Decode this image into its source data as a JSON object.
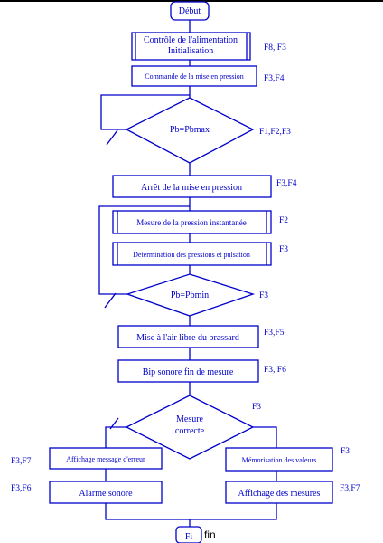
{
  "nodes": {
    "start": "Début",
    "init_line1": "Contrôle de l'alimentation",
    "init_line2": "Initialisation",
    "pressurize": "Commande de la mise en pression",
    "cond_max": "Pb=Pbmax",
    "stop_pressurize": "Arrêt de la mise en pression",
    "measure_pressure": "Mesure de la pression instantanée",
    "determine": "Détermination des pressions et pulsation",
    "cond_min": "Pb=Pbmin",
    "release": "Mise à l'air libre du brassard",
    "beep": "Bip sonore fin de mesure",
    "cond_ok_line1": "Mesure",
    "cond_ok_line2": "correcte",
    "error_display": "Affichage message d'erreur",
    "alarm": "Alarme sonore",
    "store_values": "Mémorisation des valeurs",
    "display_measures": "Affichage des mesures",
    "end_box": "Fi",
    "end_text": "fin"
  },
  "side_labels": {
    "init": "F8, F3",
    "pressurize": "F3,F4",
    "cond_max": "F1,F2,F3",
    "stop_pressurize": "F3,F4",
    "measure_pressure": "F2",
    "determine": "F3",
    "cond_min": "F3",
    "release": "F3,F5",
    "beep": "F3, F6",
    "cond_ok": "F3",
    "error_display": "F3,F7",
    "alarm": "F3,F6",
    "store_values": "F3",
    "display_measures": "F3,F7"
  },
  "colors": {
    "flow": "#0000cc",
    "end_text": "#000000"
  }
}
